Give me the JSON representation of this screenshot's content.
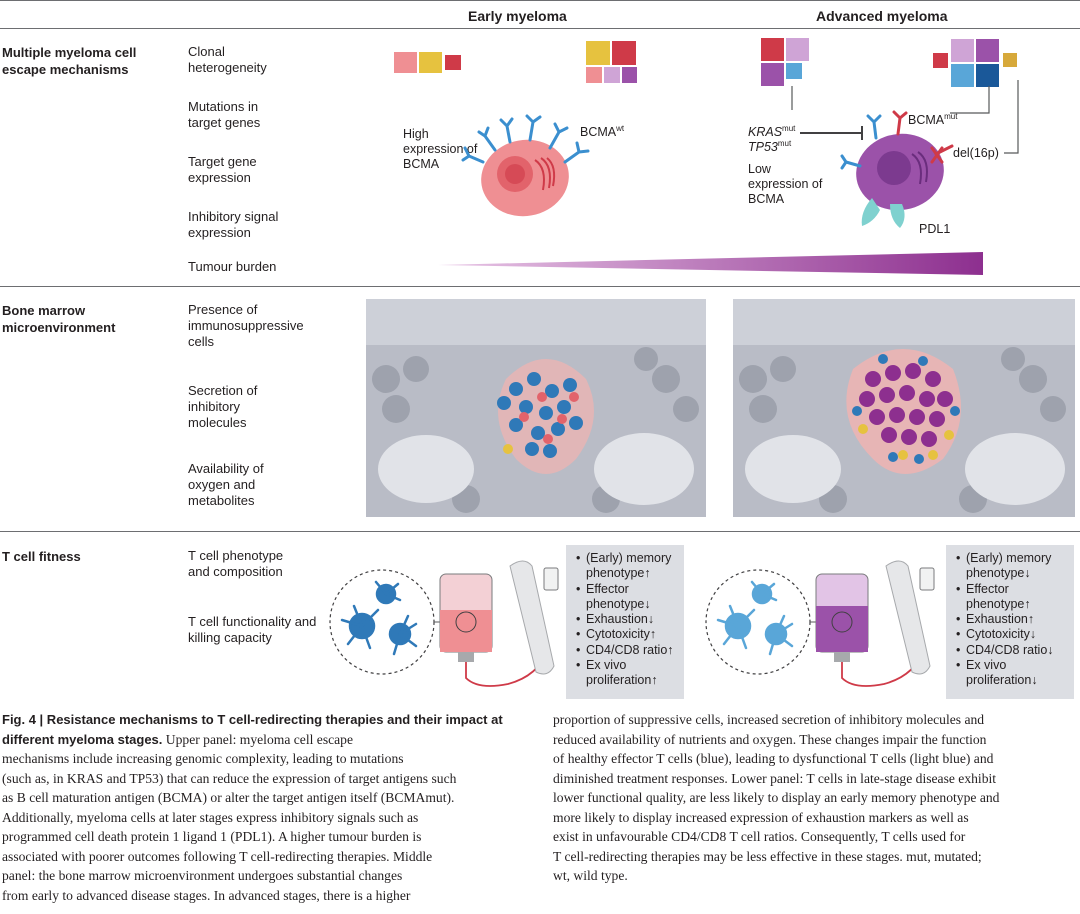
{
  "columns": {
    "early": "Early myeloma",
    "advanced": "Advanced myeloma"
  },
  "sections": {
    "escape": {
      "title": "Multiple myeloma cell escape mechanisms",
      "rows": [
        "Clonal heterogeneity",
        "Mutations in target genes",
        "Target gene expression",
        "Inhibitory signal expression",
        "Tumour burden"
      ]
    },
    "marrow": {
      "title": "Bone marrow microenvironment",
      "rows": [
        "Presence of immunosuppressive cells",
        "Secretion of inhibitory molecules",
        "Availability of oxygen and metabolites"
      ]
    },
    "fitness": {
      "title": "T cell fitness",
      "rows": [
        "T cell phenotype and composition",
        "T cell functionality and killing capacity"
      ]
    }
  },
  "early_cell": {
    "high_expr": "High expression of BCMA",
    "bcma": "BCMA",
    "bcma_sup": "wt"
  },
  "advanced_cell": {
    "kras": "KRAS",
    "kras_sup": "mut",
    "tp53": "TP53",
    "tp53_sup": "mut",
    "low_expr": "Low expression of BCMA",
    "bcma": "BCMA",
    "bcma_sup": "mut",
    "del16p": "del(16p)",
    "pdl1": "PDL1"
  },
  "early_tcells": [
    "(Early) memory phenotype↑",
    "Effector phenotype↓",
    "Exhaustion↓",
    "Cytotoxicity↑",
    "CD4/CD8 ratio↑",
    "Ex vivo proliferation↑"
  ],
  "advanced_tcells": [
    "(Early) memory phenotype↓",
    "Effector phenotype↑",
    "Exhaustion↑",
    "Cytotoxicity↓",
    "CD4/CD8 ratio↓",
    "Ex vivo proliferation↓"
  ],
  "colors": {
    "pink": "#ef8f93",
    "yellow": "#e6c23f",
    "red": "#cf3a48",
    "purple": "#9b52a9",
    "lavender": "#cfa4d6",
    "lightblue": "#59a6d8",
    "navy": "#1a5899",
    "gold": "#d7a93a",
    "tumour": "#8d2f8f",
    "tcell": "#2f79b8"
  },
  "caption": {
    "fig_label": "Fig. 4 | Resistance mechanisms to T cell-redirecting therapies and their impact at different myeloma stages.",
    "left": [
      "Upper panel: myeloma cell escape",
      "mechanisms include increasing genomic complexity, leading to mutations",
      "(such as, in KRAS and TP53) that can reduce the expression of target antigens such",
      "as B cell maturation antigen (BCMA) or alter the target antigen itself (BCMAmut).",
      "Additionally, myeloma cells at later stages express inhibitory signals such as",
      "programmed cell death protein 1 ligand 1 (PDL1). A higher tumour burden is",
      "associated with poorer outcomes following T cell-redirecting therapies. Middle",
      "panel: the bone marrow microenvironment undergoes substantial changes",
      "from early to advanced disease stages. In advanced stages, there is a higher"
    ],
    "right": [
      "proportion of suppressive cells, increased secretion of inhibitory molecules and",
      "reduced availability of nutrients and oxygen. These changes impair the function",
      "of healthy effector T cells (blue), leading to dysfunctional T cells (light blue) and",
      "diminished treatment responses. Lower panel: T cells in late-stage disease exhibit",
      "lower functional quality, are less likely to display an early memory phenotype and",
      "more likely to display increased expression of exhaustion markers as well as",
      "exist in unfavourable CD4/CD8 T cell ratios. Consequently, T cells used for",
      "T cell-redirecting therapies may be less effective in these stages. mut, mutated;",
      "wt, wild type."
    ]
  }
}
